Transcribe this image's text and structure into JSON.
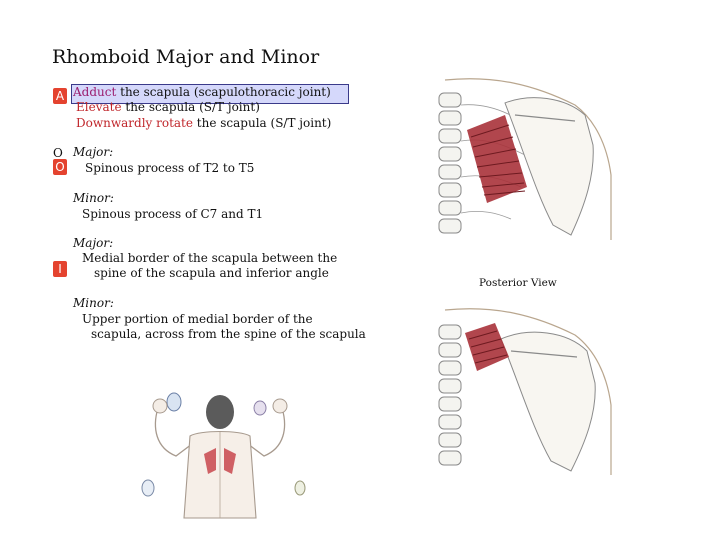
{
  "title": "Rhomboid Major and Minor",
  "badges": {
    "a": "A",
    "o": "O",
    "i": "I"
  },
  "actions": {
    "adduct_term": "Adduct",
    "adduct_rest": " the scapula (scapulothoracic joint)",
    "elevate_term": "Elevate",
    "elevate_rest": " the scapula (S/T joint)",
    "down_term": "Downwardly rotate",
    "down_rest": " the scapula (S/T joint)"
  },
  "origin": {
    "stray_letter": "O",
    "major_label": "Major:",
    "major_text": "Spinous process of T2 to T5",
    "minor_label": "Minor:",
    "minor_text": "Spinous process of C7 and T1"
  },
  "insertion": {
    "major_label": "Major:",
    "major_line1": "Medial border of the scapula between the",
    "major_line2": "spine of the scapula and inferior angle",
    "minor_label": "Minor:",
    "minor_line1": "Upper portion of medial border of the",
    "minor_line2": "scapula, across from the spine of the scapula"
  },
  "caption": "Posterior View",
  "colors": {
    "term_red": "#c0262b",
    "term_purple": "#9b1c6e",
    "badge": "#e4432f",
    "muscle": "#a8323a"
  }
}
